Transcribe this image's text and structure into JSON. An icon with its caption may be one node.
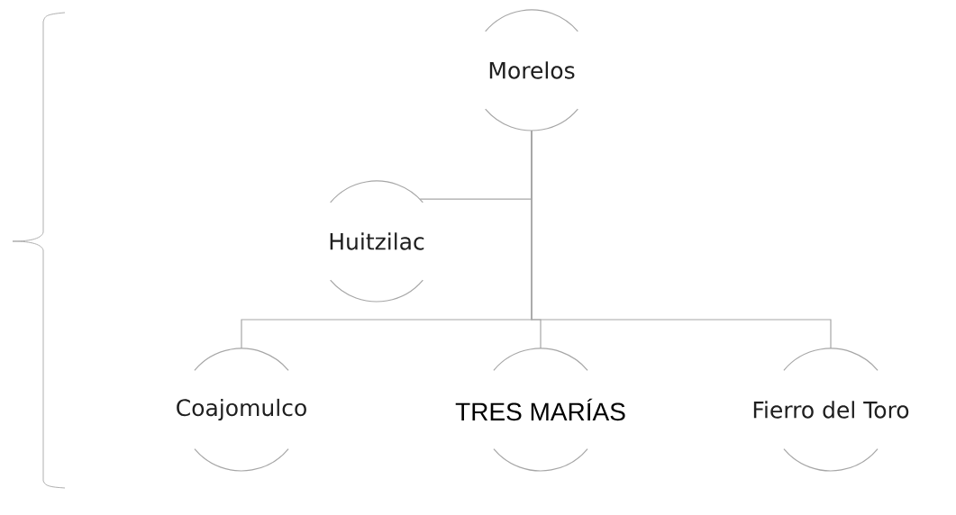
{
  "diagram": {
    "nodes": [
      {
        "text": [
          "Morelos"
        ]
      },
      {
        "text": [
          "Huitzilac"
        ]
      },
      {
        "text": [
          "Coajomulco"
        ]
      },
      {
        "text": [
          "TRES MARÍAS"
        ]
      },
      {
        "text": [
          "Fierro del Toro"
        ]
      }
    ],
    "edges": [
      {
        "from": 0,
        "to": 1,
        "arrow": "none"
      },
      {
        "from": 0,
        "to": 2,
        "arrow": "none"
      },
      {
        "from": 0,
        "to": 3,
        "arrow": "none"
      },
      {
        "from": 0,
        "to": 4,
        "arrow": "none"
      }
    ]
  }
}
